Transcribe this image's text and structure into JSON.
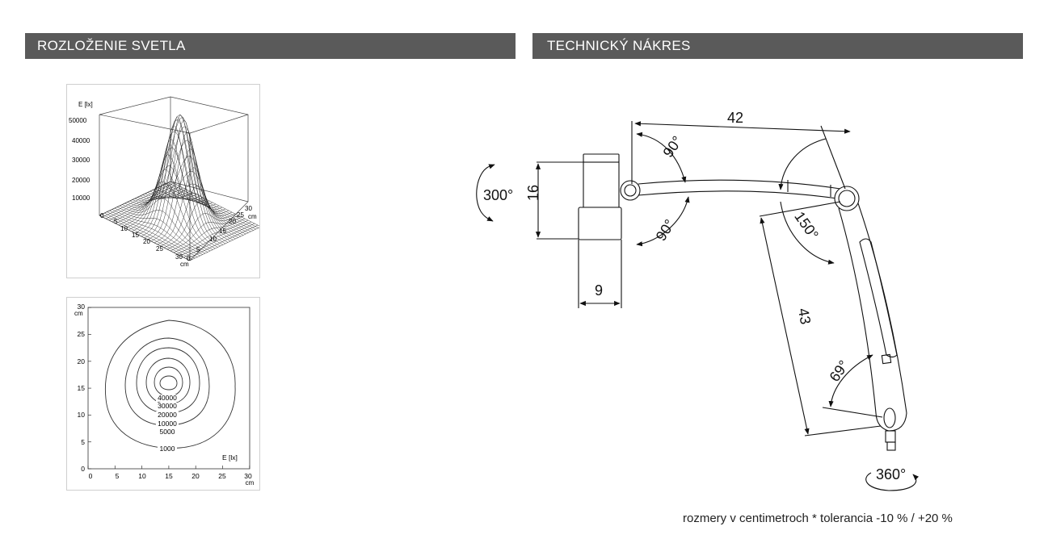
{
  "headers": {
    "left": "ROZLOŽENIE SVETLA",
    "right": "TECHNICKÝ NÁKRES"
  },
  "surface_plot": {
    "zlabel": "E [lx]",
    "zticks": [
      "50000",
      "40000",
      "30000",
      "20000",
      "10000",
      "0"
    ],
    "xticks": [
      "5",
      "10",
      "15",
      "20",
      "25",
      "30"
    ],
    "xunit": "cm",
    "yticks": [
      "0",
      "5",
      "10",
      "15",
      "20",
      "25",
      "30"
    ],
    "yunit": "cm"
  },
  "contour_plot": {
    "yticks": [
      "0",
      "5",
      "10",
      "15",
      "20",
      "25",
      "30"
    ],
    "yunit": "cm",
    "xticks": [
      "0",
      "5",
      "10",
      "15",
      "20",
      "25",
      "30"
    ],
    "xunit": "cm",
    "legend": "E [lx]",
    "levels": [
      "40000",
      "30000",
      "20000",
      "10000",
      "5000",
      "1000"
    ]
  },
  "drawing": {
    "dim_top": "42",
    "angle_top": "90°",
    "angle_mid": "90°",
    "angle_elbow": "150°",
    "dim_arm": "43",
    "angle_head": "69°",
    "rotation_base": "300°",
    "dim_height": "16",
    "dim_width": "9",
    "rotation_head": "360°"
  },
  "footnote": "rozmery v centimetroch * tolerancia -10 % / +20 %",
  "colors": {
    "header_bg": "#5a5a5a",
    "header_text": "#ffffff"
  }
}
